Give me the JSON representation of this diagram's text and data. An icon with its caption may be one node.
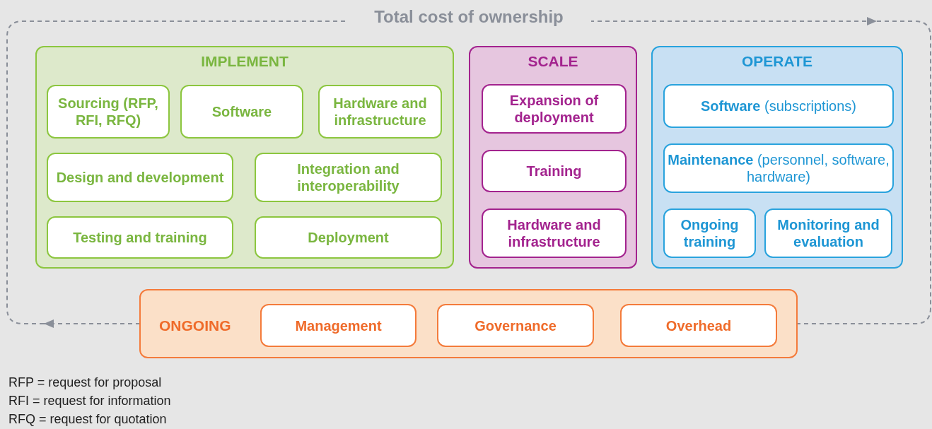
{
  "diagram": {
    "title": "Total cost of ownership",
    "nodes": [
      {
        "text": [
          "IMPLEMENT"
        ]
      },
      {
        "text": [
          "Sourcing (RFP, RFI, RFQ)"
        ],
        "in": 0
      },
      {
        "text": [
          "Software"
        ],
        "in": 0
      },
      {
        "text": [
          "Hardware and infrastructure"
        ],
        "in": 0
      },
      {
        "text": [
          "Design and development"
        ],
        "in": 0
      },
      {
        "text": [
          "Integration and interoperability"
        ],
        "in": 0
      },
      {
        "text": [
          "Testing and training"
        ],
        "in": 0
      },
      {
        "text": [
          "Deployment"
        ],
        "in": 0
      },
      {
        "text": [
          "SCALE"
        ]
      },
      {
        "text": [
          "Expansion of deployment"
        ],
        "in": 8
      },
      {
        "text": [
          "Training"
        ],
        "in": 8
      },
      {
        "text": [
          "Hardware and infrastructure"
        ],
        "in": 8
      },
      {
        "text": [
          "OPERATE"
        ]
      },
      {
        "text": [
          "**Software** (subscriptions)"
        ],
        "in": 12
      },
      {
        "text": [
          "**Maintenance** (personnel, software, hardware)"
        ],
        "in": 12
      },
      {
        "text": [
          "Ongoing training"
        ],
        "in": 12
      },
      {
        "text": [
          "Monitoring and evaluation"
        ],
        "in": 12
      },
      {
        "text": [
          "ONGOING"
        ]
      },
      {
        "text": [
          "Management"
        ],
        "in": 17
      },
      {
        "text": [
          "Governance"
        ],
        "in": 17
      },
      {
        "text": [
          "Overhead"
        ],
        "in": 17
      }
    ],
    "labels": [
      "RFP = request for proposal",
      "RFI = request for information",
      "RFQ = request for quotation"
    ]
  }
}
